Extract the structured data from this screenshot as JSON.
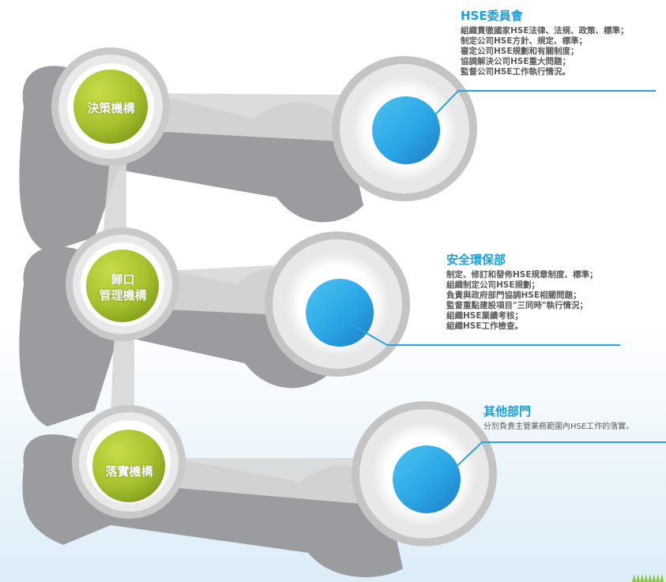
{
  "colors": {
    "accent": "#1aa0dc",
    "green_node": "#a6c22e",
    "blue_node": "#2aa5e6",
    "connector": "#29a3df"
  },
  "nodes": {
    "decision": {
      "label": "決策機構"
    },
    "management": {
      "label_line1": "歸口",
      "label_line2": "管理機構"
    },
    "implementation": {
      "label": "落實機構"
    }
  },
  "sections": {
    "committee": {
      "title": "HSE委員會",
      "lines": [
        "組織貫徹國家HSE法律、法規、政策、標準；",
        "制定公司HSE方針、規定、標準；",
        "審定公司HSE規劃和有關制度；",
        "協調解決公司HSE重大問題；",
        "監督公司HSE工作執行情況。"
      ]
    },
    "safety_dept": {
      "title": "安全環保部",
      "lines": [
        "制定、修訂和發佈HSE規章制度、標準；",
        "組織制定公司HSE規劃；",
        "負責與政府部門協調HSE相關問題；",
        "監督重點建設項目\"三同時\"執行情況；",
        "組織HSE業績考核；",
        "組織HSE工作檢查。"
      ]
    },
    "other_depts": {
      "title": "其他部門",
      "lines": [
        "分別負責主管業務範圍內HSE工作的落實。"
      ]
    }
  }
}
